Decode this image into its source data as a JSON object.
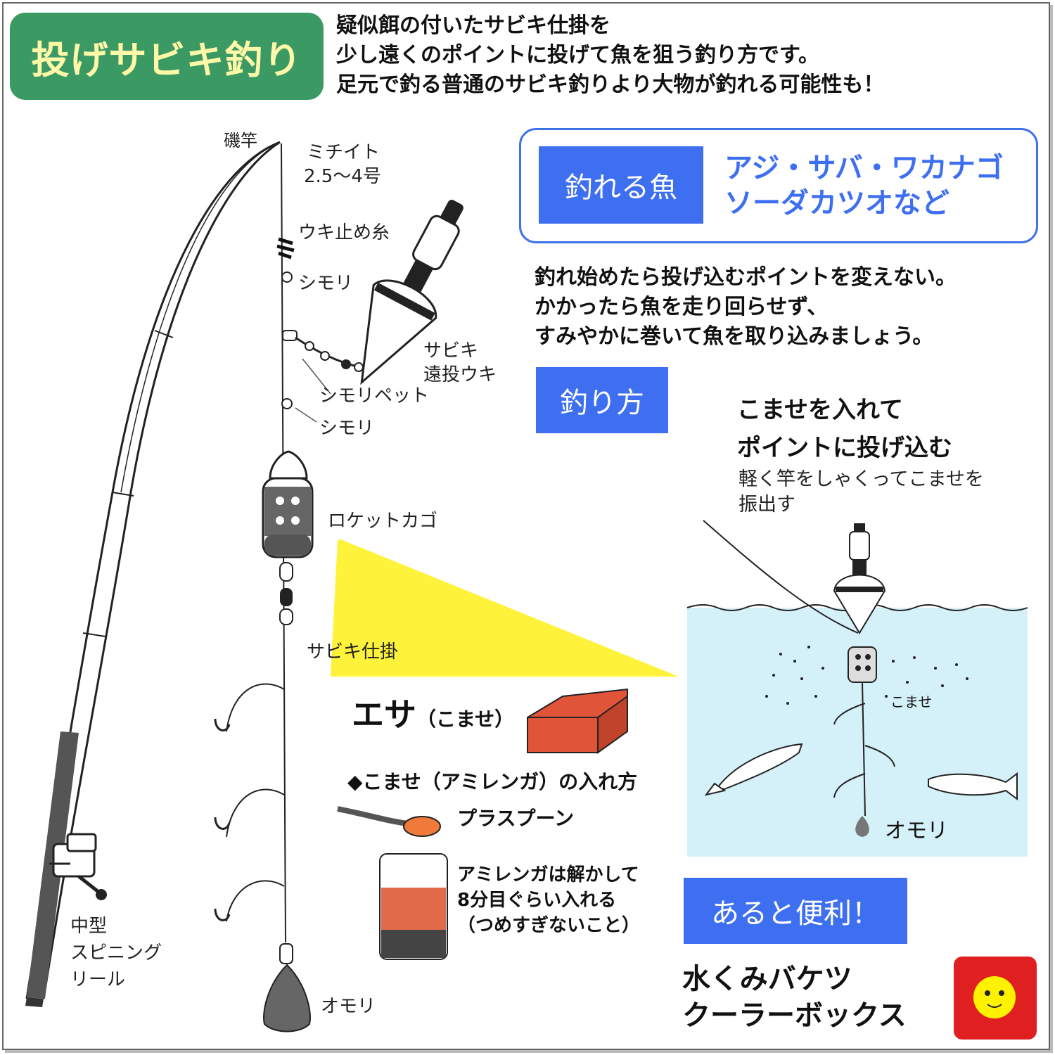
{
  "title": "投げサビキ釣り",
  "intro": [
    "疑似餌の付いたサビキ仕掛を",
    "少し遠くのポイントに投げて魚を狙う釣り方です。",
    "足元で釣る普通のサビキ釣りより大物が釣れる可能性も！"
  ],
  "fish": {
    "label": "釣れる魚",
    "names": [
      "アジ・サバ・ワカナゴ",
      "ソーダカツオなど"
    ]
  },
  "tips": [
    "釣れ始めたら投げ込むポイントを変えない。",
    "かかったら魚を走り回らせず、",
    "すみやかに巻いて魚を取り込みましょう。"
  ],
  "rig_labels": {
    "rod": "磯竿",
    "line_name": "ミチイト",
    "line_size": "2.5～4号",
    "stopper": "ウキ止め糸",
    "shimori1": "シモリ",
    "float_1": "サビキ",
    "float_2": "遠投ウキ",
    "shimori_pet": "シモリペット",
    "shimori2": "シモリ",
    "rocket": "ロケットカゴ",
    "sabiki": "サビキ仕掛",
    "reel": [
      "中型",
      "スピニング",
      "リール"
    ],
    "sinker": "オモリ"
  },
  "bait": {
    "title": "エサ",
    "title_sub": "（こませ）",
    "how": "◆こませ（アミレンガ）の入れ方",
    "spoon": "プラスプーン",
    "note": [
      "アミレンガは解かして",
      "8分目ぐらい入れる",
      "（つめすぎないこと）"
    ]
  },
  "method": {
    "label": "釣り方",
    "heading": [
      "こませを入れて",
      "ポイントに投げ込む"
    ],
    "sub": [
      "軽く竿をしゃくってこませを",
      "振出す"
    ],
    "komase": "こませ",
    "sinker": "オモリ"
  },
  "useful": {
    "label": "あると便利！",
    "items": [
      "水くみバケツ",
      "クーラーボックス"
    ]
  },
  "colors": {
    "title_bg": "#3b9a63",
    "title_text": "#fff8a8",
    "accent_blue": "#3e6ff0",
    "yellow": "#fff23a",
    "water": "#d4f0f8",
    "bait_red": "#e0553a"
  }
}
